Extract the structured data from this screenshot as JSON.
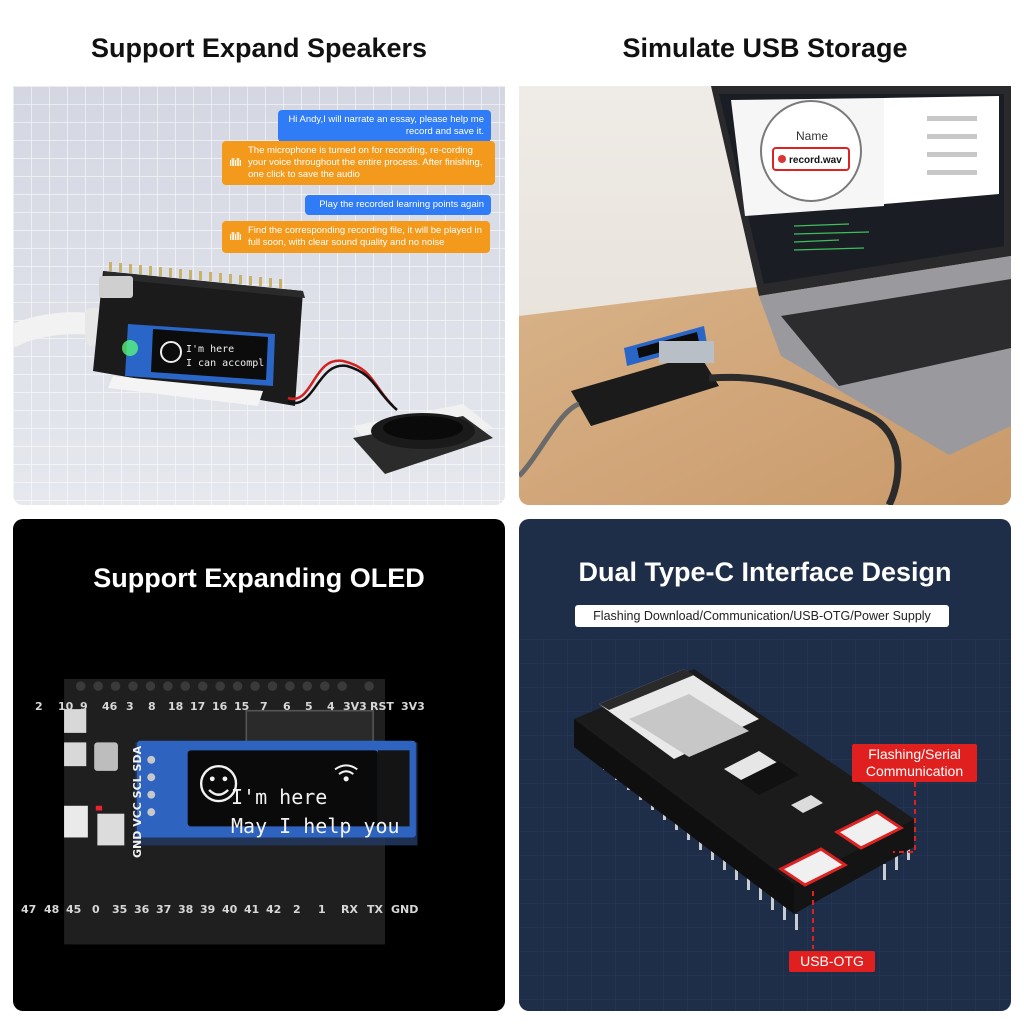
{
  "panels": {
    "speakers": {
      "title": "Support Expand Speakers",
      "chat": [
        "Hi Andy,I will narrate an essay, please help me record and save it.",
        "The microphone is turned on for recording, re-cording your voice throughout the entire process. After finishing, one click to save the audio",
        "Play the recorded learning points again",
        "Find the corresponding recording file, it will be played in full soon, with clear sound quality and no noise"
      ],
      "oled": {
        "line1": "I'm here",
        "line2": "I can accompl"
      }
    },
    "usb": {
      "title": "Simulate USB Storage",
      "file_label": "Name",
      "file_name": "record.wav"
    },
    "oled": {
      "title": "Support Expanding OLED",
      "line1": "I'm here",
      "line2": "May I help you",
      "module_pins": "GND VCC SCL SDA",
      "top_pins": [
        "2",
        "10",
        "9",
        "46",
        "3",
        "8",
        "18",
        "17",
        "16",
        "15",
        "7",
        "6",
        "5",
        "4",
        "3V3",
        "RST",
        "3V3"
      ],
      "bottom_pins": [
        "47",
        "48",
        "45",
        "0",
        "35",
        "36",
        "37",
        "38",
        "39",
        "40",
        "41",
        "42",
        "2",
        "1",
        "RX",
        "TX",
        "GND"
      ]
    },
    "typec": {
      "title": "Dual Type-C Interface Design",
      "subtitle": "Flashing Download/Communication/USB-OTG/Power Supply",
      "label_flash": "Flashing/Serial Communication",
      "label_otg": "USB-OTG"
    }
  },
  "colors": {
    "bubble_blue": "#2f7cf6",
    "bubble_orange": "#f39a1c",
    "label_red": "#e01f1f",
    "board": "#1b1b1b"
  }
}
